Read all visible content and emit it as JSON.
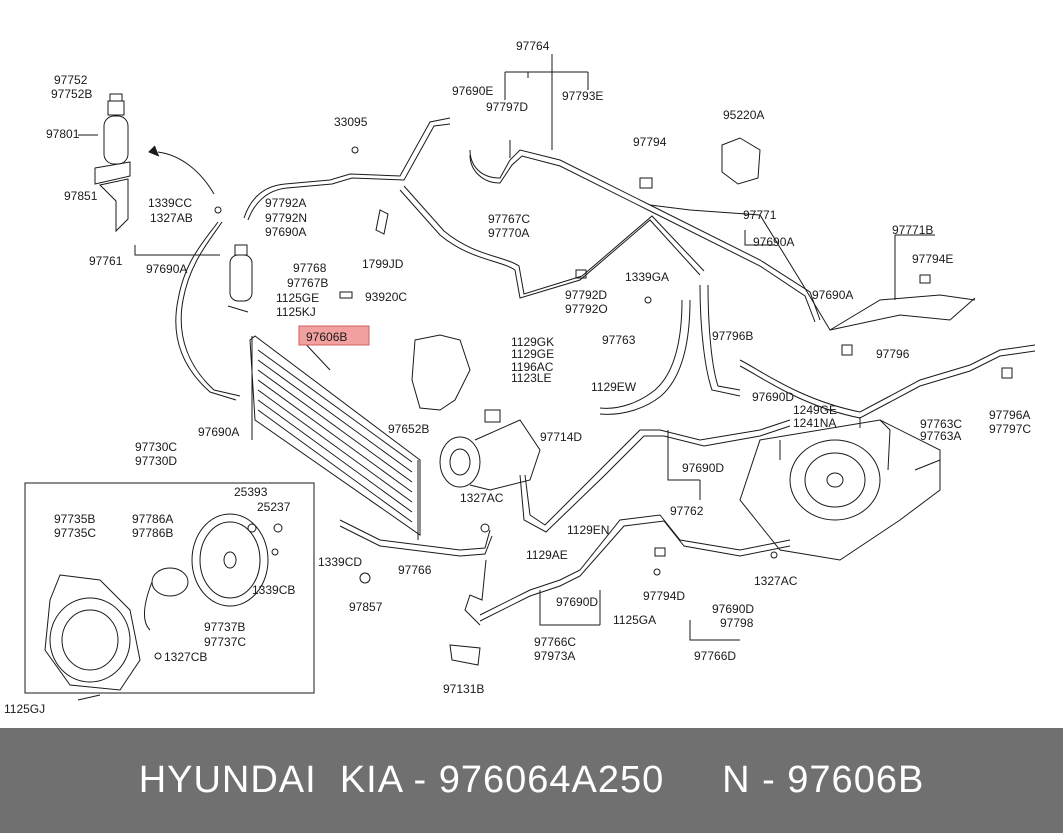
{
  "colors": {
    "background": "#ffffff",
    "line": "#1a1a1a",
    "highlight": "#f2a0a0",
    "footer_bg": "#707070",
    "footer_text": "#ffffff"
  },
  "highlighted_part": "97606B",
  "labels": {
    "l97764": "97764",
    "l97752": "97752",
    "l97752B": "97752B",
    "l97801": "97801",
    "l97851": "97851",
    "l97761": "97761",
    "l97690A_a": "97690A",
    "l1339CC": "1339CC",
    "l1327AB": "1327AB",
    "l33095": "33095",
    "l97690E": "97690E",
    "l97797D": "97797D",
    "l97793E": "97793E",
    "l97794": "97794",
    "l95220A": "95220A",
    "l97792A": "97792A",
    "l97792N": "97792N",
    "l97690A_b": "97690A",
    "l97768": "97768",
    "l97767B": "97767B",
    "l1799JD": "1799JD",
    "l97767C": "97767C",
    "l97770A": "97770A",
    "l97771": "97771",
    "l97690A_c": "97690A",
    "l97771B": "97771B",
    "l97794E": "97794E",
    "l1125GE": "1125GE",
    "l1125KJ": "1125KJ",
    "l93920C": "93920C",
    "l1339GA": "1339GA",
    "l97792D": "97792D",
    "l97792O": "97792O",
    "l97690A_d": "97690A",
    "l97796B": "97796B",
    "l97796": "97796",
    "l97606B": "97606B",
    "l1129GK": "1129GK",
    "l1129GE": "1129GE",
    "l1196AC": "1196AC",
    "l1123LE": "1123LE",
    "l97763": "97763",
    "l1129EW": "1129EW",
    "l97690A_e": "97690A",
    "l97652B": "97652B",
    "l97714D": "97714D",
    "l97690D_a": "97690D",
    "l1249GE": "1249GE",
    "l1241NA": "1241NA",
    "l97763C": "97763C",
    "l97763A": "97763A",
    "l97796A": "97796A",
    "l97797C": "97797C",
    "l97730C": "97730C",
    "l97730D": "97730D",
    "l97690D_b": "97690D",
    "l97762": "97762",
    "l1327AC_a": "1327AC",
    "l25393": "25393",
    "l25237": "25237",
    "l97735B": "97735B",
    "l97735C": "97735C",
    "l97786A": "97786A",
    "l97786B": "97786B",
    "l1129EN": "1129EN",
    "l1339CD": "1339CD",
    "l97766": "97766",
    "l1129AE": "1129AE",
    "l1339CB": "1339CB",
    "l97857": "97857",
    "l97690D_c": "97690D",
    "l97794D": "97794D",
    "l1327AC_b": "1327AC",
    "l97737B": "97737B",
    "l97737C": "97737C",
    "l1125GA": "1125GA",
    "l97690D_d": "97690D",
    "l97798": "97798",
    "l97766C": "97766C",
    "l97973A": "97973A",
    "l97766D": "97766D",
    "l1327CB": "1327CB",
    "l1125GJ": "1125GJ",
    "l97131B": "97131B"
  },
  "footer": {
    "text": "HYUNDAI  KIA - 976064A250     N - 97606B"
  }
}
